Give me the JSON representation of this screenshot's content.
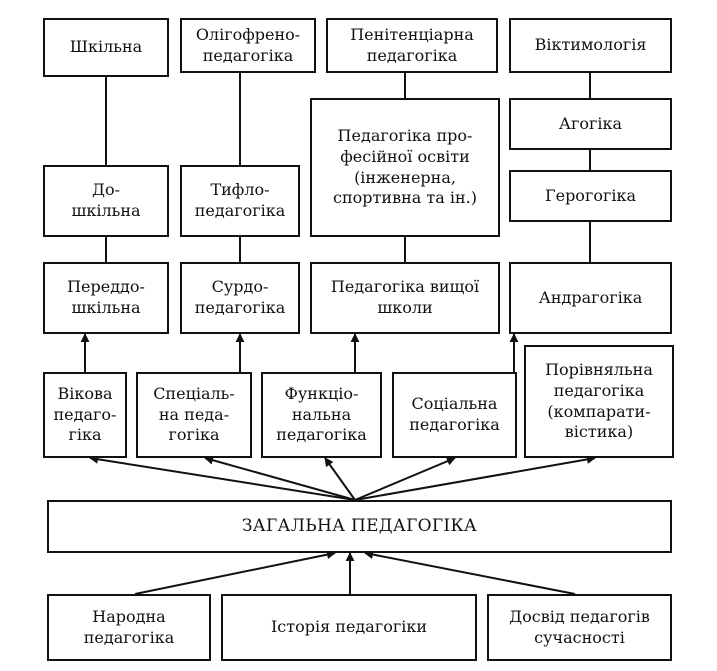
{
  "nodes": {
    "shkilna": "Шкільна",
    "olihofrenopedahohika": "Олігофрено-\nпедагогіка",
    "penitentsiarna": "Пенітенціарна\nпедагогіка",
    "viktymolohiia": "Віктимологія",
    "doshkilna": "До-\nшкільна",
    "tyflopedahohika": "Тифло-\nпедагогіка",
    "profesiina_osvita": "Педагогіка про-\nфесійної освіти\n(інженерна,\nспортивна та ін.)",
    "ahohika": "Агогіка",
    "herohohika": "Герогогіка",
    "peredshkilna": "Переддо-\nшкільна",
    "surdopedahohika": "Сурдо-\nпедагогіка",
    "vyshcha_shkola": "Педагогіка вищої\nшколи",
    "andrahohika": "Андрагогіка",
    "vikova": "Вікова\nпедаго-\nгіка",
    "spetsialna": "Спеціаль-\nна педа-\nгогіка",
    "funktsionalna": "Функціо-\nнальна\nпедагогіка",
    "sotsialna": "Соціальна\nпедагогіка",
    "porivnialna": "Порівняльна\nпедагогіка\n(компарати-\nвістика)",
    "zahalna": "ЗАГАЛЬНА ПЕДАГОГІКА",
    "narodna": "Народна\nпедагогіка",
    "istoriia": "Історія педагогіки",
    "dosvid": "Досвід педагогів\nсучасності"
  },
  "colors": {
    "stroke": "#111111",
    "background": "#ffffff"
  }
}
